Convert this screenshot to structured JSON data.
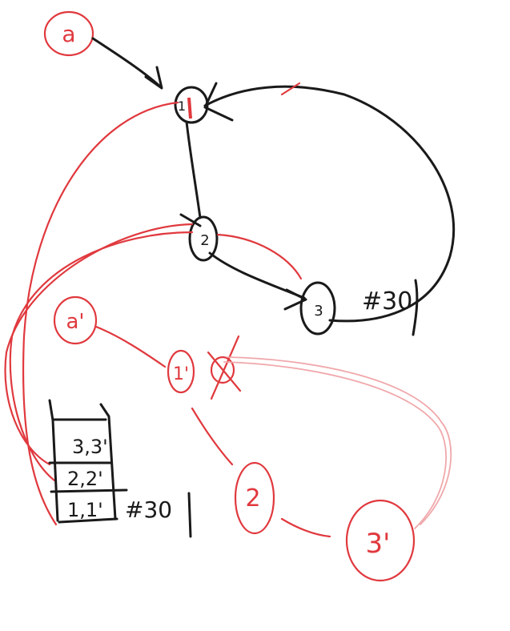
{
  "colors": {
    "ink": "#1a1a1a",
    "red": "#e0393e",
    "pink": "#f0a8ab"
  },
  "original_graph": {
    "entry_label": "a",
    "nodes": [
      "1",
      "2",
      "3"
    ],
    "annotation": "#30"
  },
  "copy_graph": {
    "entry_label": "a'",
    "nodes": [
      "1'",
      "2",
      "3'"
    ]
  },
  "stack": {
    "rows": [
      {
        "pair": "3,3'"
      },
      {
        "pair": "2,2'"
      },
      {
        "pair": "1,1'"
      }
    ],
    "annotation": "#30"
  }
}
